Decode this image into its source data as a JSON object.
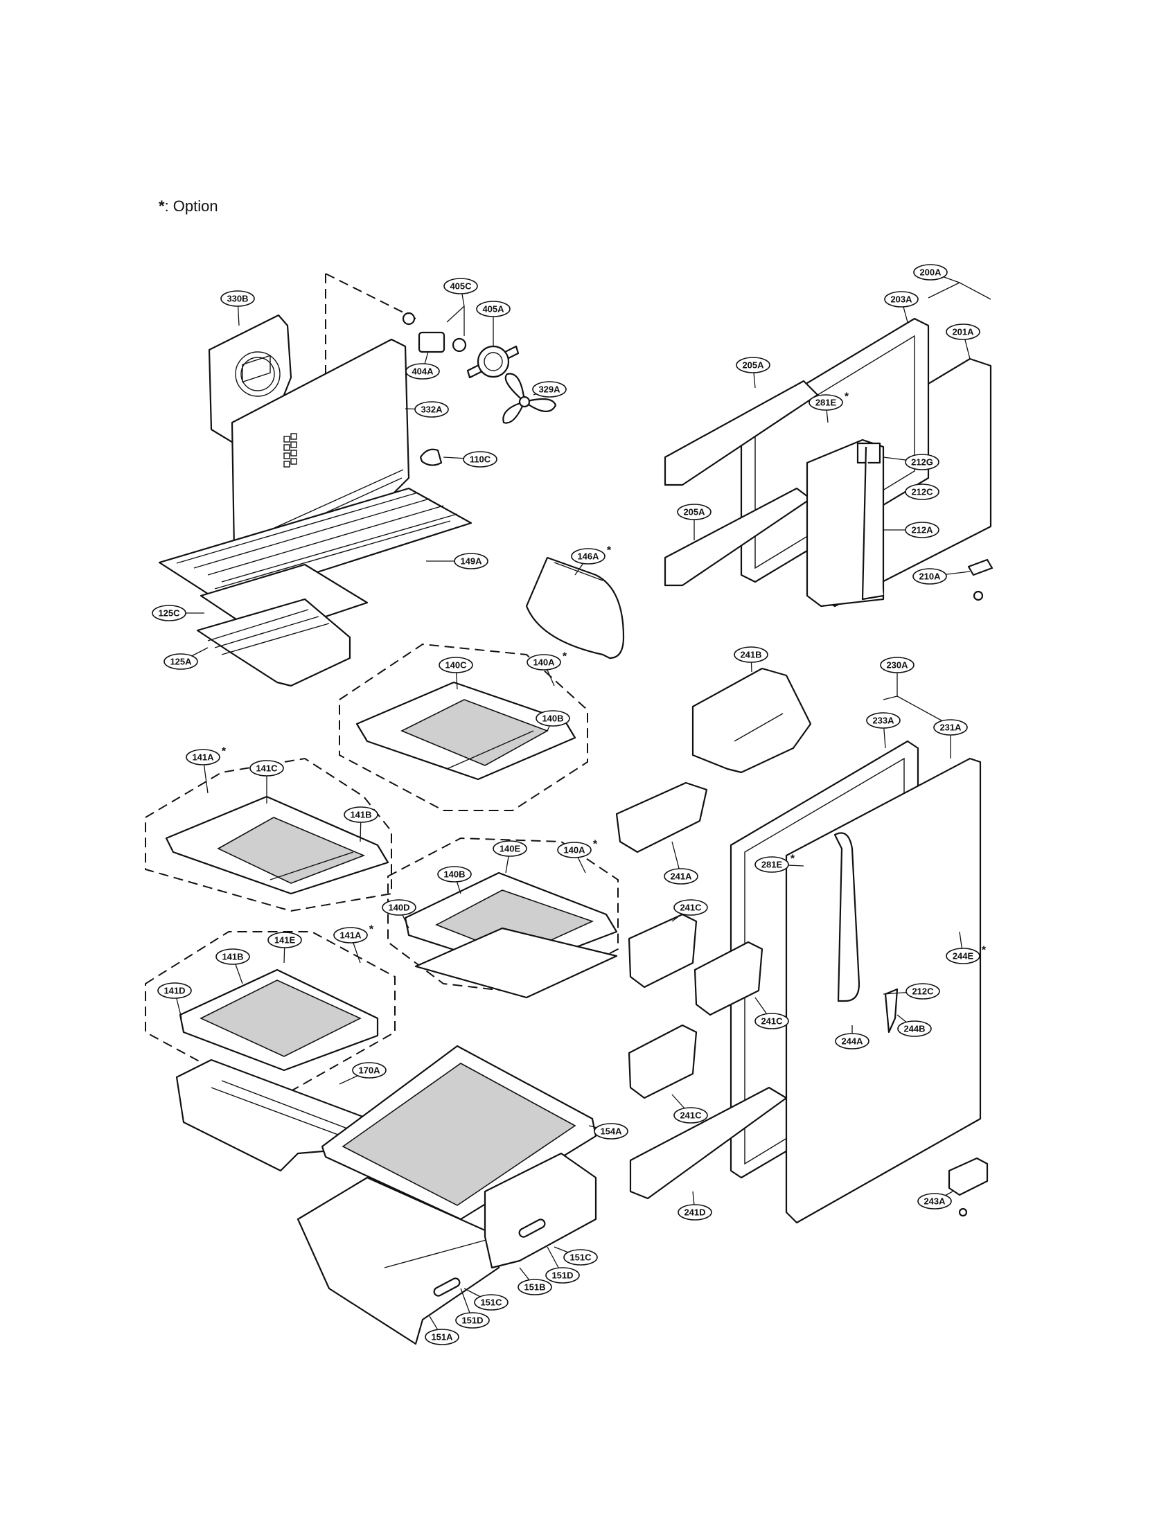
{
  "legend": {
    "star": "*",
    "text": ": Option"
  },
  "labels": [
    {
      "id": "330B",
      "text": "330B",
      "opt": false
    },
    {
      "id": "405C",
      "text": "405C",
      "opt": false
    },
    {
      "id": "405A",
      "text": "405A",
      "opt": false
    },
    {
      "id": "404A",
      "text": "404A",
      "opt": false
    },
    {
      "id": "329A",
      "text": "329A",
      "opt": false
    },
    {
      "id": "332A",
      "text": "332A",
      "opt": false
    },
    {
      "id": "110C",
      "text": "110C",
      "opt": false
    },
    {
      "id": "149A",
      "text": "149A",
      "opt": false
    },
    {
      "id": "146A",
      "text": "146A",
      "opt": true
    },
    {
      "id": "125C",
      "text": "125C",
      "opt": false
    },
    {
      "id": "125A",
      "text": "125A",
      "opt": false
    },
    {
      "id": "140C",
      "text": "140C",
      "opt": false
    },
    {
      "id": "140A_top",
      "text": "140A",
      "opt": true
    },
    {
      "id": "140B_top",
      "text": "140B",
      "opt": false
    },
    {
      "id": "141A_top",
      "text": "141A",
      "opt": true
    },
    {
      "id": "141C",
      "text": "141C",
      "opt": false
    },
    {
      "id": "141B_top",
      "text": "141B",
      "opt": false
    },
    {
      "id": "140E",
      "text": "140E",
      "opt": false
    },
    {
      "id": "140A_mid",
      "text": "140A",
      "opt": true
    },
    {
      "id": "140B_mid",
      "text": "140B",
      "opt": false
    },
    {
      "id": "140D",
      "text": "140D",
      "opt": false
    },
    {
      "id": "141E",
      "text": "141E",
      "opt": false
    },
    {
      "id": "141A_mid",
      "text": "141A",
      "opt": true
    },
    {
      "id": "141B_mid",
      "text": "141B",
      "opt": false
    },
    {
      "id": "141D",
      "text": "141D",
      "opt": false
    },
    {
      "id": "170A",
      "text": "170A",
      "opt": false
    },
    {
      "id": "154A",
      "text": "154A",
      "opt": false
    },
    {
      "id": "151C_r",
      "text": "151C",
      "opt": false
    },
    {
      "id": "151D_r",
      "text": "151D",
      "opt": false
    },
    {
      "id": "151B",
      "text": "151B",
      "opt": false
    },
    {
      "id": "151C_l",
      "text": "151C",
      "opt": false
    },
    {
      "id": "151D_l",
      "text": "151D",
      "opt": false
    },
    {
      "id": "151A",
      "text": "151A",
      "opt": false
    },
    {
      "id": "200A",
      "text": "200A",
      "opt": false
    },
    {
      "id": "203A",
      "text": "203A",
      "opt": false
    },
    {
      "id": "201A",
      "text": "201A",
      "opt": false
    },
    {
      "id": "205A_top",
      "text": "205A",
      "opt": false
    },
    {
      "id": "281E_top",
      "text": "281E",
      "opt": true
    },
    {
      "id": "212G",
      "text": "212G",
      "opt": false
    },
    {
      "id": "212C_top",
      "text": "212C",
      "opt": false
    },
    {
      "id": "205A_bot",
      "text": "205A",
      "opt": false
    },
    {
      "id": "212A",
      "text": "212A",
      "opt": false
    },
    {
      "id": "210A",
      "text": "210A",
      "opt": false
    },
    {
      "id": "241B",
      "text": "241B",
      "opt": false
    },
    {
      "id": "230A",
      "text": "230A",
      "opt": false
    },
    {
      "id": "233A",
      "text": "233A",
      "opt": false
    },
    {
      "id": "231A",
      "text": "231A",
      "opt": false
    },
    {
      "id": "241A",
      "text": "241A",
      "opt": false
    },
    {
      "id": "281E_bot",
      "text": "281E",
      "opt": true
    },
    {
      "id": "241C_a",
      "text": "241C",
      "opt": false
    },
    {
      "id": "244E",
      "text": "244E",
      "opt": true
    },
    {
      "id": "212C_bot",
      "text": "212C",
      "opt": false
    },
    {
      "id": "241C_b",
      "text": "241C",
      "opt": false
    },
    {
      "id": "244B",
      "text": "244B",
      "opt": false
    },
    {
      "id": "244A",
      "text": "244A",
      "opt": false
    },
    {
      "id": "241C_c",
      "text": "241C",
      "opt": false
    },
    {
      "id": "241D",
      "text": "241D",
      "opt": false
    },
    {
      "id": "243A",
      "text": "243A",
      "opt": false
    }
  ]
}
